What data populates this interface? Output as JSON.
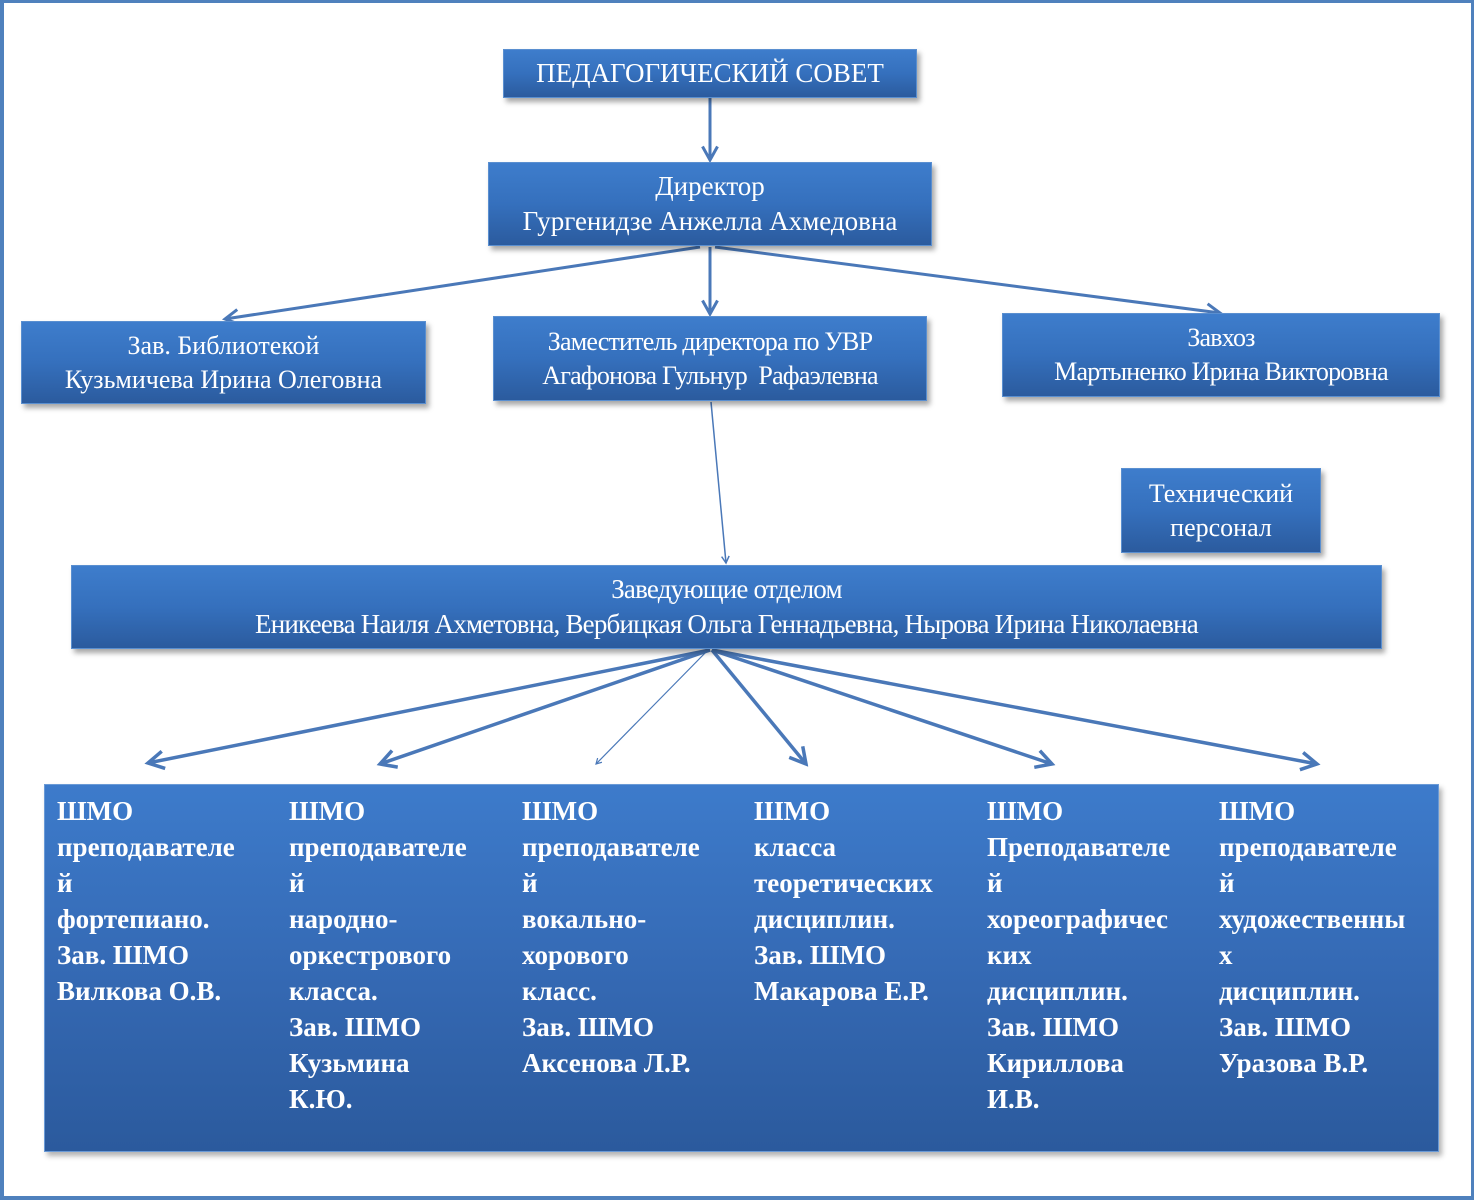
{
  "diagram": {
    "title": "Организационная структура",
    "nodes": {
      "council": {
        "lines": [
          "ПЕДАГОГИЧЕСКИЙ СОВЕТ"
        ]
      },
      "director": {
        "lines": [
          "Директор",
          "Гургенидзе Анжелла Ахмедовна"
        ]
      },
      "librarian": {
        "lines": [
          "Зав. Библиотекой",
          "Кузьмичева Ирина Олеговна"
        ]
      },
      "deputy": {
        "lines": [
          "Заместитель директора по УВР",
          "Агафонова Гульнур  Рафаэлевна"
        ]
      },
      "housekeeper": {
        "lines": [
          "Завхоз",
          "Мартыненко Ирина Викторовна"
        ]
      },
      "tech_staff": {
        "lines": [
          "Технический",
          "персонал"
        ]
      },
      "dept_heads": {
        "lines": [
          "Заведующие отделом",
          "Еникеева Наиля Ахметовна, Вербицкая Ольга Геннадьевна, Нырова Ирина Николаевна"
        ]
      }
    },
    "shmo_groups": [
      {
        "lines": [
          "ШМО",
          "преподавателе",
          "й",
          "фортепиано.",
          "Зав. ШМО",
          "Вилкова О.В."
        ]
      },
      {
        "lines": [
          "ШМО",
          "преподавателе",
          "й",
          "народно-",
          "оркестрового",
          "класса.",
          "Зав. ШМО",
          "Кузьмина",
          "К.Ю."
        ]
      },
      {
        "lines": [
          "ШМО",
          "преподавателе",
          "й",
          "вокально-",
          "хорового",
          "класс.",
          "Зав. ШМО",
          "Аксенова Л.Р."
        ]
      },
      {
        "lines": [
          "ШМО",
          "класса",
          "теоретических",
          "дисциплин.",
          "Зав. ШМО",
          "Макарова Е.Р."
        ]
      },
      {
        "lines": [
          "ШМО",
          "Преподавателе",
          "й",
          "хореографичес",
          "ких",
          "дисциплин.",
          "Зав. ШМО",
          "Кириллова",
          "И.В."
        ]
      },
      {
        "lines": [
          "ШМО",
          "преподавателе",
          "й",
          "художественны",
          "х",
          "дисциплин.",
          "Зав. ШМО",
          "Уразова В.Р."
        ]
      }
    ],
    "edges": [
      {
        "from": "council",
        "to": "director"
      },
      {
        "from": "director",
        "to": "librarian"
      },
      {
        "from": "director",
        "to": "deputy"
      },
      {
        "from": "director",
        "to": "housekeeper"
      },
      {
        "from": "deputy",
        "to": "dept_heads"
      },
      {
        "from": "dept_heads",
        "to": "shmo_groups.0"
      },
      {
        "from": "dept_heads",
        "to": "shmo_groups.1"
      },
      {
        "from": "dept_heads",
        "to": "shmo_groups.2"
      },
      {
        "from": "dept_heads",
        "to": "shmo_groups.3"
      },
      {
        "from": "dept_heads",
        "to": "shmo_groups.4"
      },
      {
        "from": "dept_heads",
        "to": "shmo_groups.5"
      }
    ],
    "colors": {
      "box_fill": "#3570bd",
      "box_fill_dark": "#2b5b9e",
      "connector": "#4a78b8",
      "frame": "#4f81bd",
      "text": "#ffffff"
    }
  }
}
